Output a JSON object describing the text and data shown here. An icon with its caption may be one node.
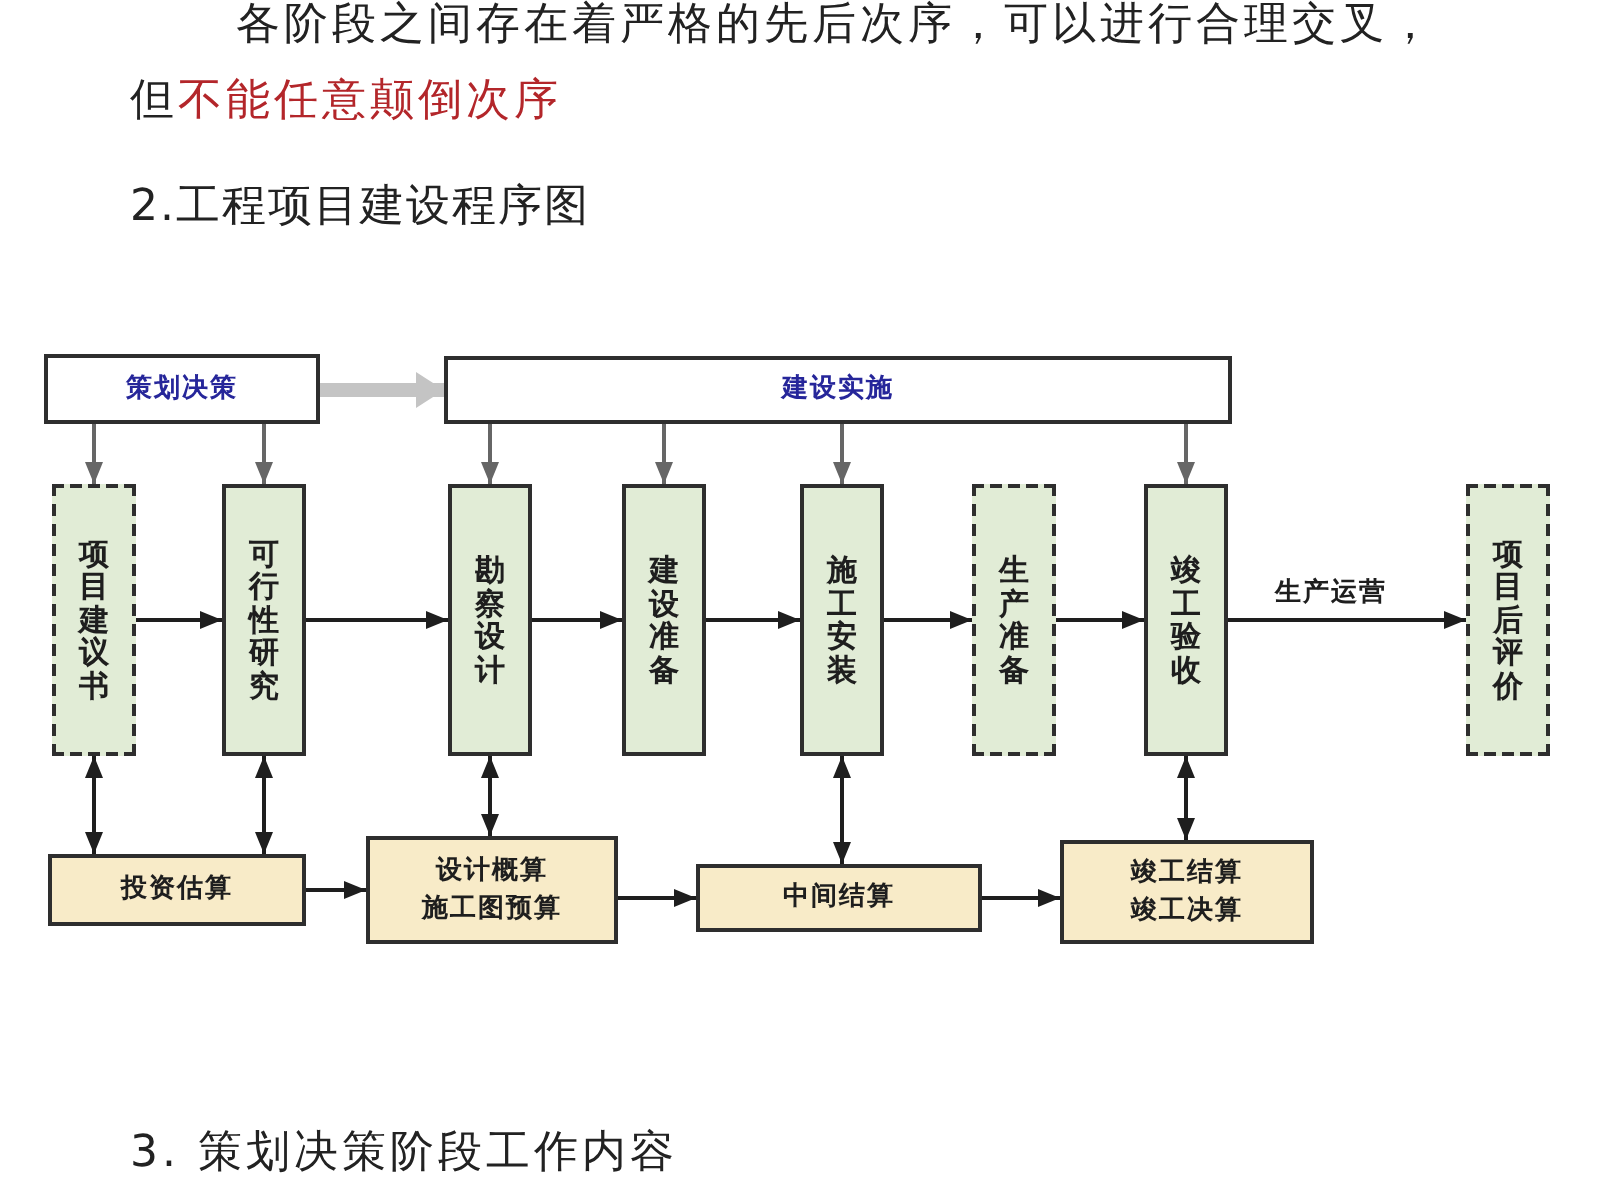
{
  "diagram": {
    "title": "2.工程项目建设程序图",
    "nodes": [
      {
        "text": [
          "策划决策"
        ]
      },
      {
        "text": [
          "建设实施"
        ]
      },
      {
        "text": [
          "项目建议书"
        ]
      },
      {
        "text": [
          "可行性研究"
        ]
      },
      {
        "text": [
          "勘察设计"
        ]
      },
      {
        "text": [
          "建设准备"
        ]
      },
      {
        "text": [
          "施工安装"
        ]
      },
      {
        "text": [
          "生产准备"
        ]
      },
      {
        "text": [
          "竣工验收"
        ]
      },
      {
        "text": [
          "项目后评价"
        ]
      },
      {
        "text": [
          "投资估算"
        ]
      },
      {
        "text": [
          "设计概算",
          "施工图预算"
        ]
      },
      {
        "text": [
          "中间结算"
        ]
      },
      {
        "text": [
          "竣工结算",
          "竣工决算"
        ]
      }
    ],
    "edges": [
      {
        "from": 0,
        "to": 1,
        "arrow": "to",
        "style": "thick",
        "color": "#c4c4c4"
      },
      {
        "from": 0,
        "to": 2,
        "arrow": "to",
        "color": "#666666"
      },
      {
        "from": 0,
        "to": 3,
        "arrow": "to",
        "color": "#666666"
      },
      {
        "from": 1,
        "to": 4,
        "arrow": "to",
        "color": "#666666"
      },
      {
        "from": 1,
        "to": 5,
        "arrow": "to",
        "color": "#666666"
      },
      {
        "from": 1,
        "to": 6,
        "arrow": "to",
        "color": "#666666"
      },
      {
        "from": 1,
        "to": 8,
        "arrow": "to",
        "color": "#666666"
      },
      {
        "from": 2,
        "to": 3,
        "arrow": "to"
      },
      {
        "from": 3,
        "to": 4,
        "arrow": "to"
      },
      {
        "from": 4,
        "to": 5,
        "arrow": "to"
      },
      {
        "from": 5,
        "to": 6,
        "arrow": "to"
      },
      {
        "from": 6,
        "to": 7,
        "arrow": "to"
      },
      {
        "from": 7,
        "to": 8,
        "arrow": "to"
      },
      {
        "from": 8,
        "to": 9,
        "arrow": "to",
        "label": "生产运营"
      },
      {
        "from": 2,
        "to": 10,
        "arrow": "both"
      },
      {
        "from": 3,
        "to": 10,
        "arrow": "both"
      },
      {
        "from": 4,
        "to": 11,
        "arrow": "both"
      },
      {
        "from": 6,
        "to": 12,
        "arrow": "both"
      },
      {
        "from": 8,
        "to": 13,
        "arrow": "both"
      },
      {
        "from": 10,
        "to": 11,
        "arrow": "to"
      },
      {
        "from": 11,
        "to": 12,
        "arrow": "to"
      },
      {
        "from": 12,
        "to": 13,
        "arrow": "to"
      }
    ],
    "labels": [
      "各阶段之间存在着严格的先后次序，可以进行合理交叉，",
      "但",
      "不能任意颠倒次序",
      "3. 策划决策阶段工作内容"
    ]
  }
}
